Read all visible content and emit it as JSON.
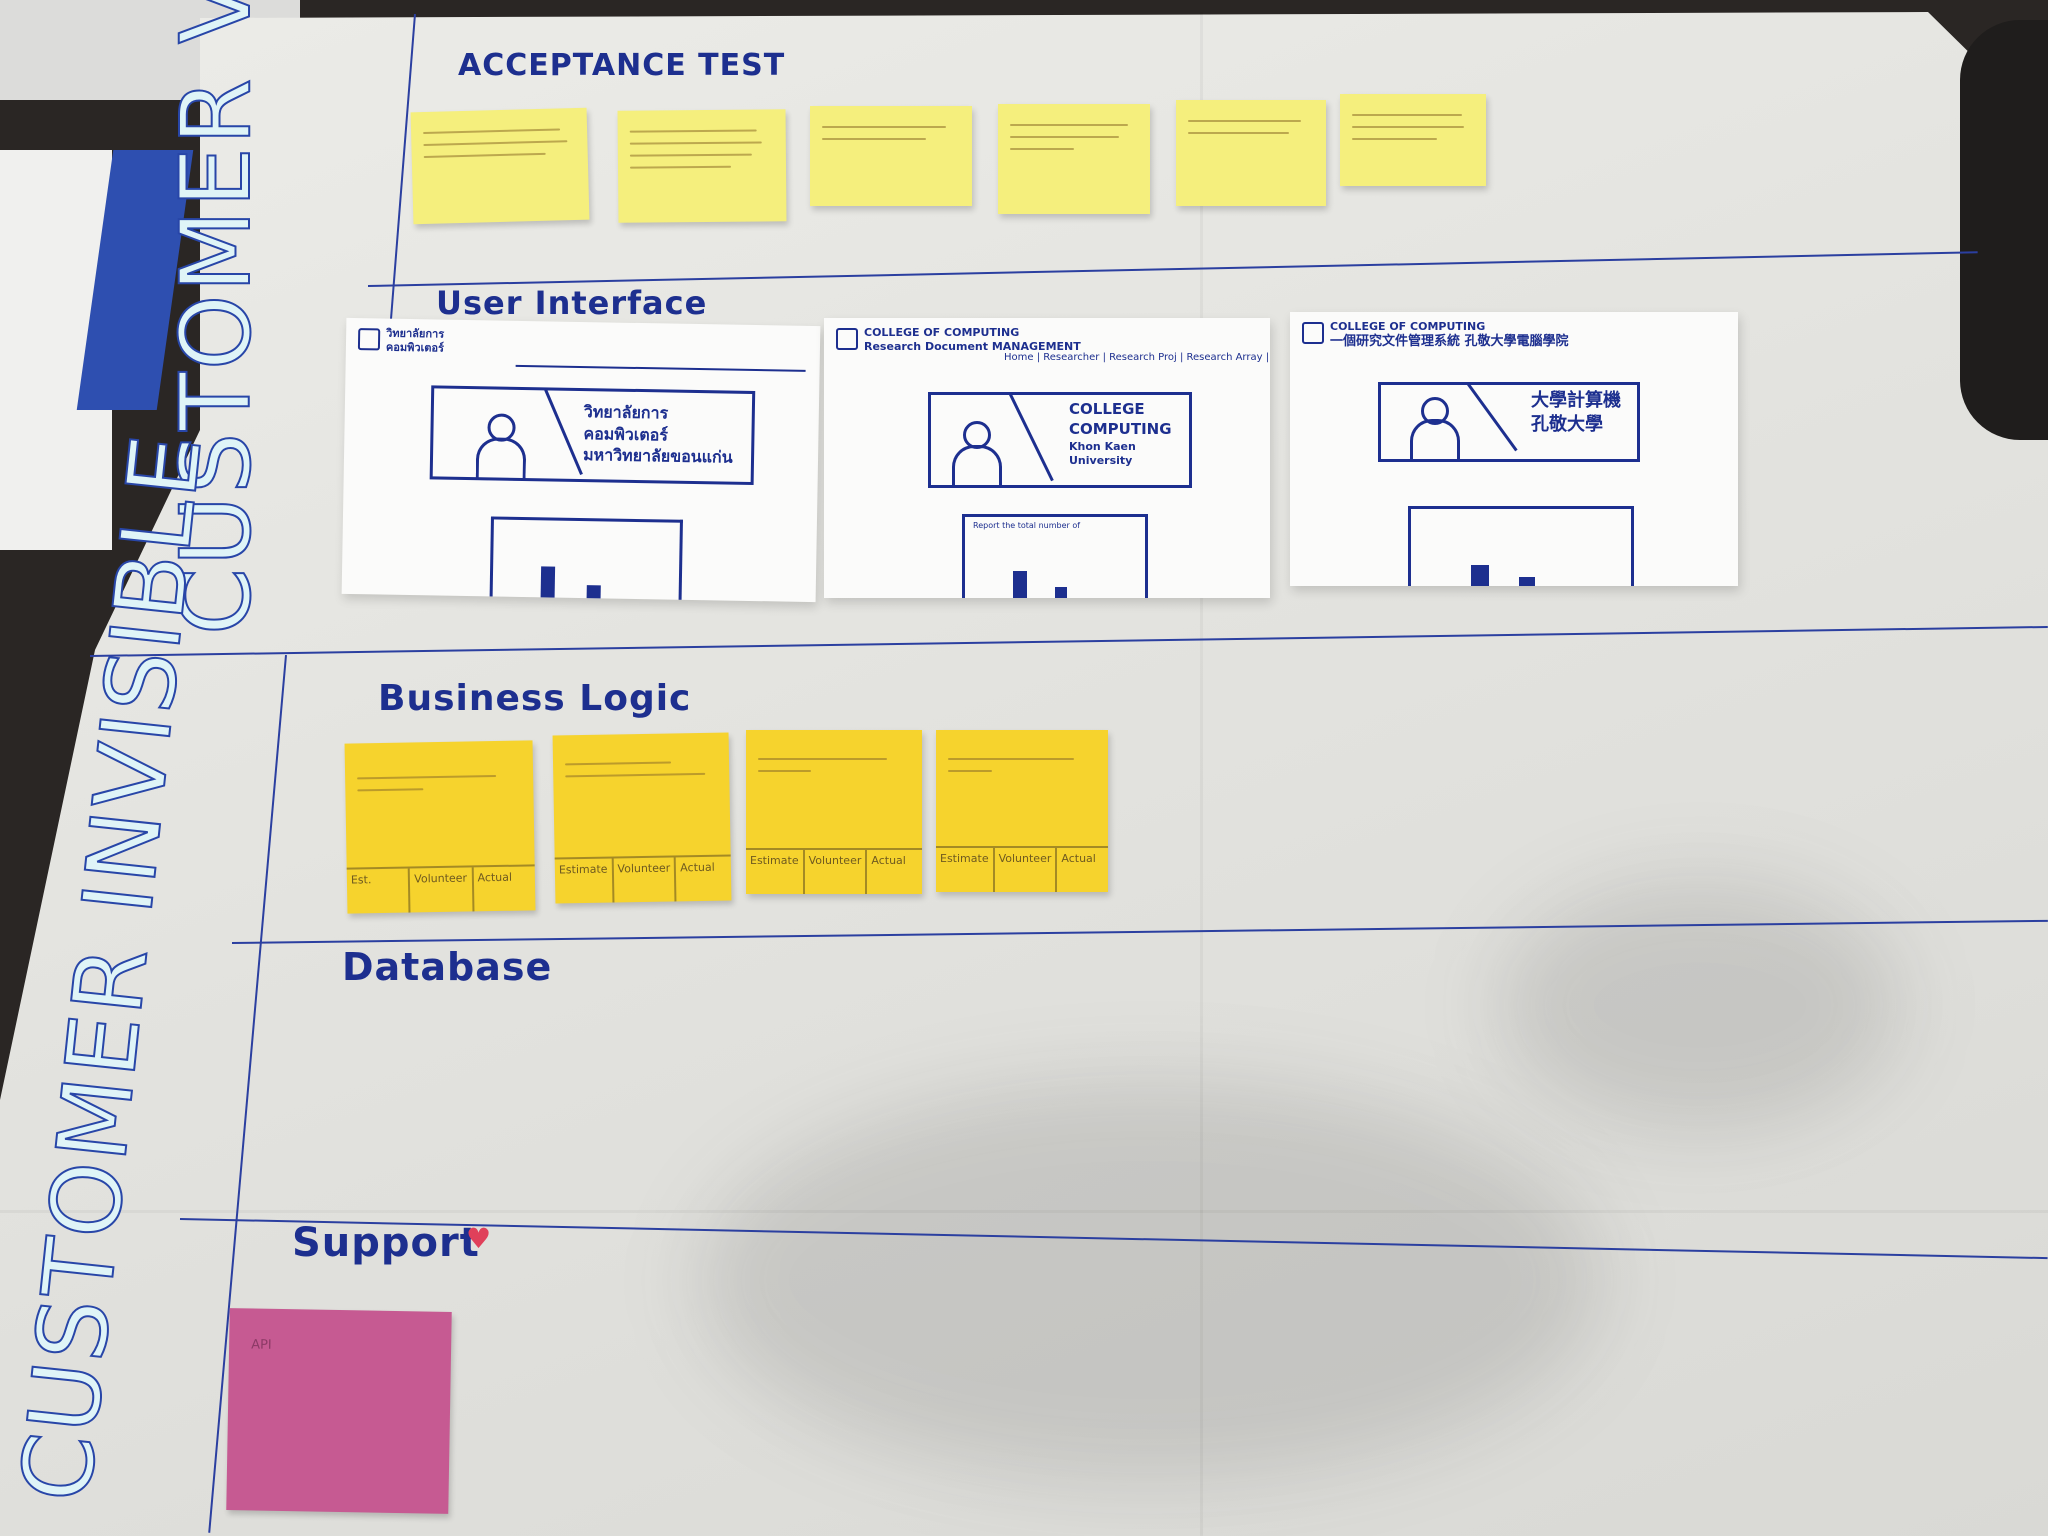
{
  "board": {
    "side_labels": {
      "visible": "CUSTOMER VISIBLE",
      "invisible": "CUSTOMER INVISIBLE"
    },
    "sections": {
      "acceptance_test": "ACCEPTANCE TEST",
      "user_interface": "User Interface",
      "business_logic": "Business Logic",
      "database": "Database",
      "support": "Support"
    }
  },
  "business_logic_notes": [
    {
      "columns": [
        "Est.",
        "Volunteer",
        "Actual"
      ]
    },
    {
      "columns": [
        "Estimate",
        "Volunteer",
        "Actual"
      ]
    },
    {
      "columns": [
        "Estimate",
        "Volunteer",
        "Actual"
      ]
    },
    {
      "columns": [
        "Estimate",
        "Volunteer",
        "Actual"
      ]
    }
  ],
  "support_note": {
    "text": "API"
  },
  "ui_sketches": [
    {
      "header": [
        "วิทยาลัยการ",
        "คอมพิวเตอร์"
      ],
      "banner_text": [
        "วิทยาลัยการคอมพิวเตอร์",
        "มหาวิทยาลัยขอนแก่น"
      ]
    },
    {
      "header": [
        "COLLEGE OF COMPUTING",
        "Research Document MANAGEMENT"
      ],
      "nav": "Home | Researcher | Research Proj | Research Array | Report | EN",
      "banner_text": [
        "COLLEGE",
        "COMPUTING",
        "Khon Kaen University"
      ],
      "chart_title": "Report the total number of"
    },
    {
      "header": [
        "COLLEGE OF COMPUTING",
        "一個研究文件管理系統 孔敬大學電腦學院"
      ],
      "banner_text": [
        "大學計算機",
        "孔敬大學"
      ]
    }
  ],
  "colors": {
    "ink": "#1d2f8f",
    "light_sticky": "#f5ef7d",
    "gold_sticky": "#f6d32d",
    "pink_sticky": "#c65a92"
  }
}
